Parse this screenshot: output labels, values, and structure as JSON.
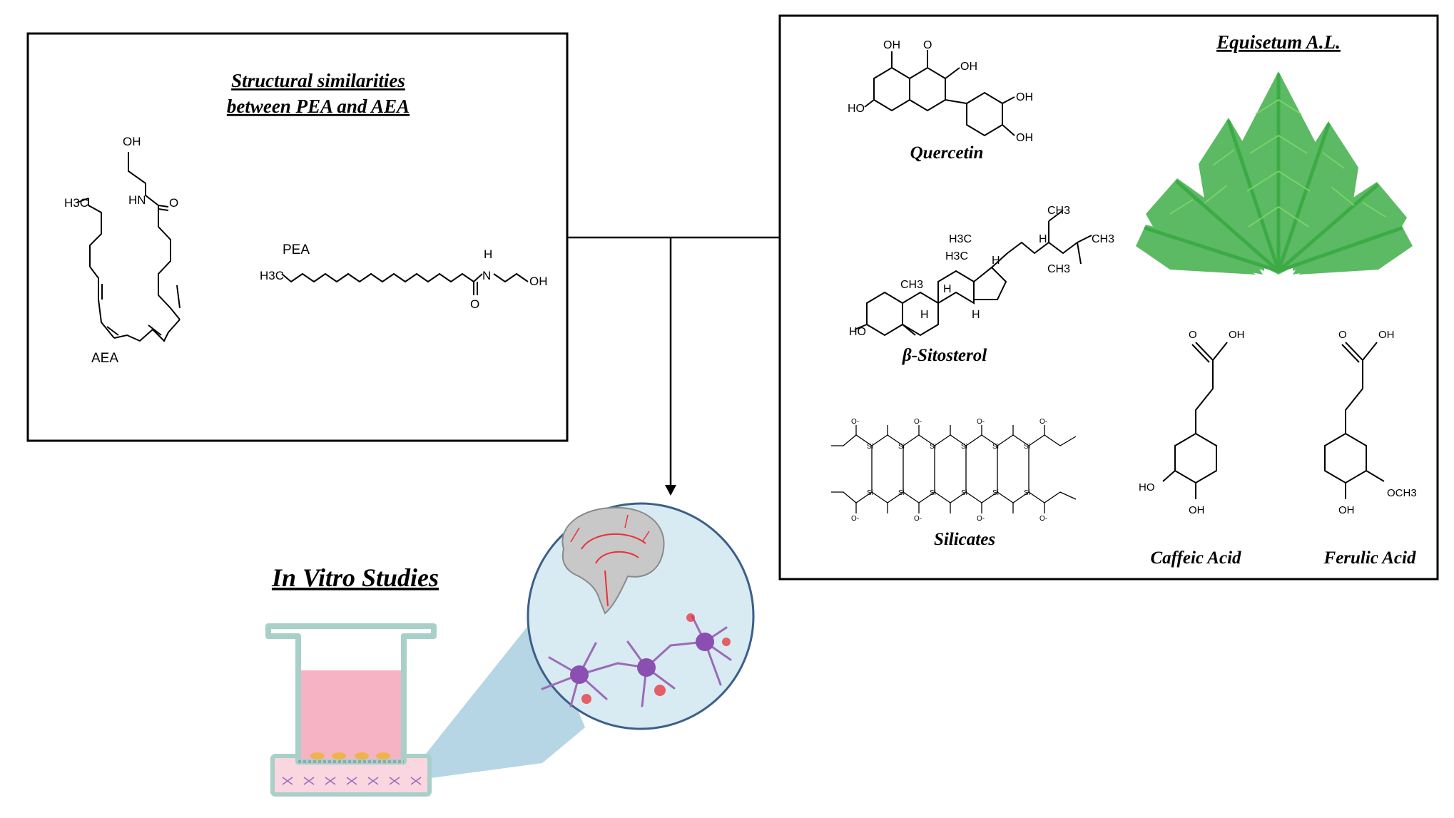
{
  "left_panel": {
    "title_line1": "Structural similarities",
    "title_line2": "between PEA and AEA",
    "aea_label": "AEA",
    "pea_label": "PEA",
    "atoms": {
      "oh": "OH",
      "hn": "HN",
      "o": "O",
      "h3c": "H3C",
      "n": "N",
      "h": "H"
    }
  },
  "right_panel": {
    "plant_title": "Equisetum A.L.",
    "compounds": {
      "quercetin": "Quercetin",
      "sitosterol": "β-Sitosterol",
      "silicates": "Silicates",
      "caffeic": "Caffeic Acid",
      "ferulic": "Ferulic Acid"
    },
    "atoms": {
      "oh": "OH",
      "ho": "HO",
      "o": "O",
      "ch3": "CH3",
      "h3c": "H3C",
      "h": "H",
      "och3": "OCH3",
      "si": "Si",
      "o_minus": "O-"
    }
  },
  "bottom": {
    "in_vitro_title": "In Vitro Studies"
  },
  "colors": {
    "frame": "#000000",
    "plant_green": "#2f9e3a",
    "plant_light": "#7fd46a",
    "media_pink": "#f6b3c3",
    "insert_border": "#a9cfc9",
    "zoom_blue": "#9ec7dc",
    "circle_border": "#3c5f8a",
    "neuron_purple": "#9b6bb8",
    "red_accent": "#e8303a"
  }
}
